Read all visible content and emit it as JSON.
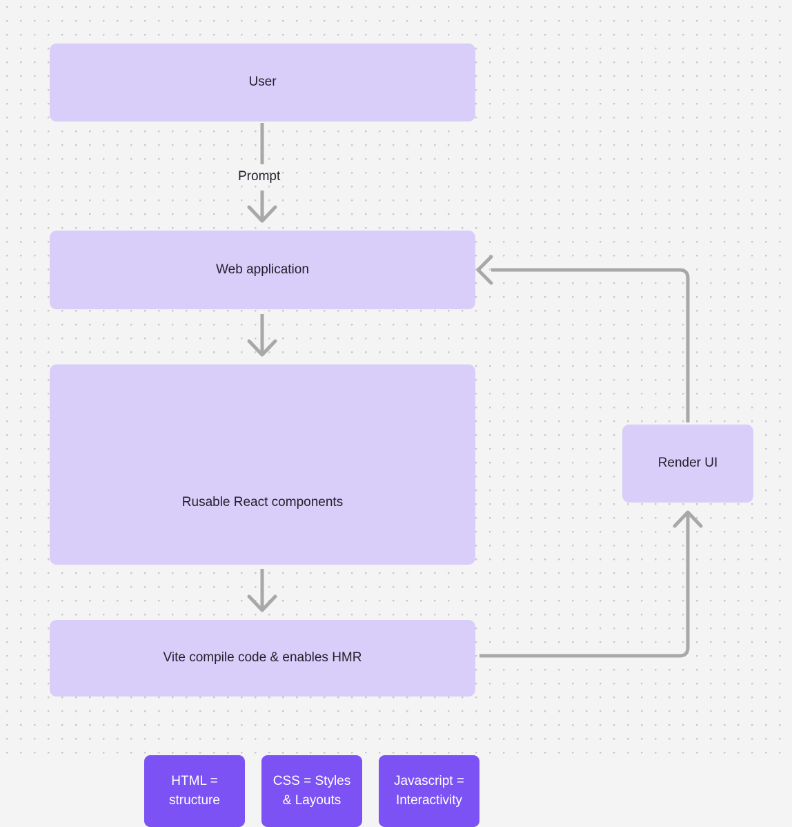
{
  "diagram": {
    "type": "flowchart",
    "background": "#f4f4f4",
    "grid": "dot-grid",
    "colors": {
      "node_light_fill": "#d9cdf9",
      "node_dark_fill": "#7c52f4",
      "edge_stroke": "#a8a8a8",
      "text_dark": "#23202b",
      "text_light": "#ffffff",
      "dot_grid": "#c9c9cd"
    },
    "nodes": {
      "user": "User",
      "web_application": "Web application",
      "react_group_label": "Rusable React components",
      "html": "HTML =\nstructure",
      "css": "CSS = Styles\n& Layouts",
      "javascript": "Javascript =\nInteractivity",
      "vite": "Vite compile code & enables HMR",
      "render_ui": "Render UI"
    },
    "edges": [
      {
        "id": "user-to-web",
        "from": "user",
        "to": "web_application",
        "label": "Prompt",
        "direction": "down"
      },
      {
        "id": "web-to-react",
        "from": "web_application",
        "to": "react_group",
        "label": "",
        "direction": "down"
      },
      {
        "id": "react-to-vite",
        "from": "react_group",
        "to": "vite",
        "label": "",
        "direction": "down"
      },
      {
        "id": "vite-to-render",
        "from": "vite",
        "to": "render_ui",
        "label": "",
        "direction": "up-right"
      },
      {
        "id": "render-to-web",
        "from": "render_ui",
        "to": "web_application",
        "label": "",
        "direction": "left-up"
      }
    ]
  }
}
